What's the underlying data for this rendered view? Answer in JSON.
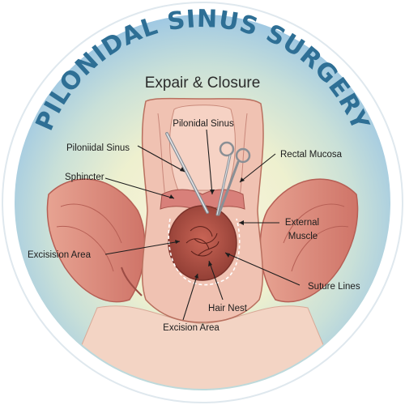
{
  "title": "PILONIDAL SINUS SURGERY",
  "subtitle": "Expair & Closure",
  "labels": {
    "pilonidal_sinus_top": "Pilonidal Sinus",
    "piloniidal_sinus_left": "Piloniidal Sinus",
    "rectal_mucosa": "Rectal Mucosa",
    "sphincter": "Sphincter",
    "external_muscle_line1": "External",
    "external_muscle_line2": "Muscle",
    "excision_area_left": "Excisision Area",
    "suture_lines": "Suture Lines",
    "hair_nest": "Hair Nest",
    "excision_area_bottom": "Excision Area"
  },
  "colors": {
    "title": "#2e6f95",
    "outer_ring": "#ffffff",
    "bg_center": "#f3f4d6",
    "bg_edge": "#a9cfe6",
    "muscle": "#d9837a",
    "tissue": "#f1c1b0",
    "cavity": "#b4584c"
  }
}
